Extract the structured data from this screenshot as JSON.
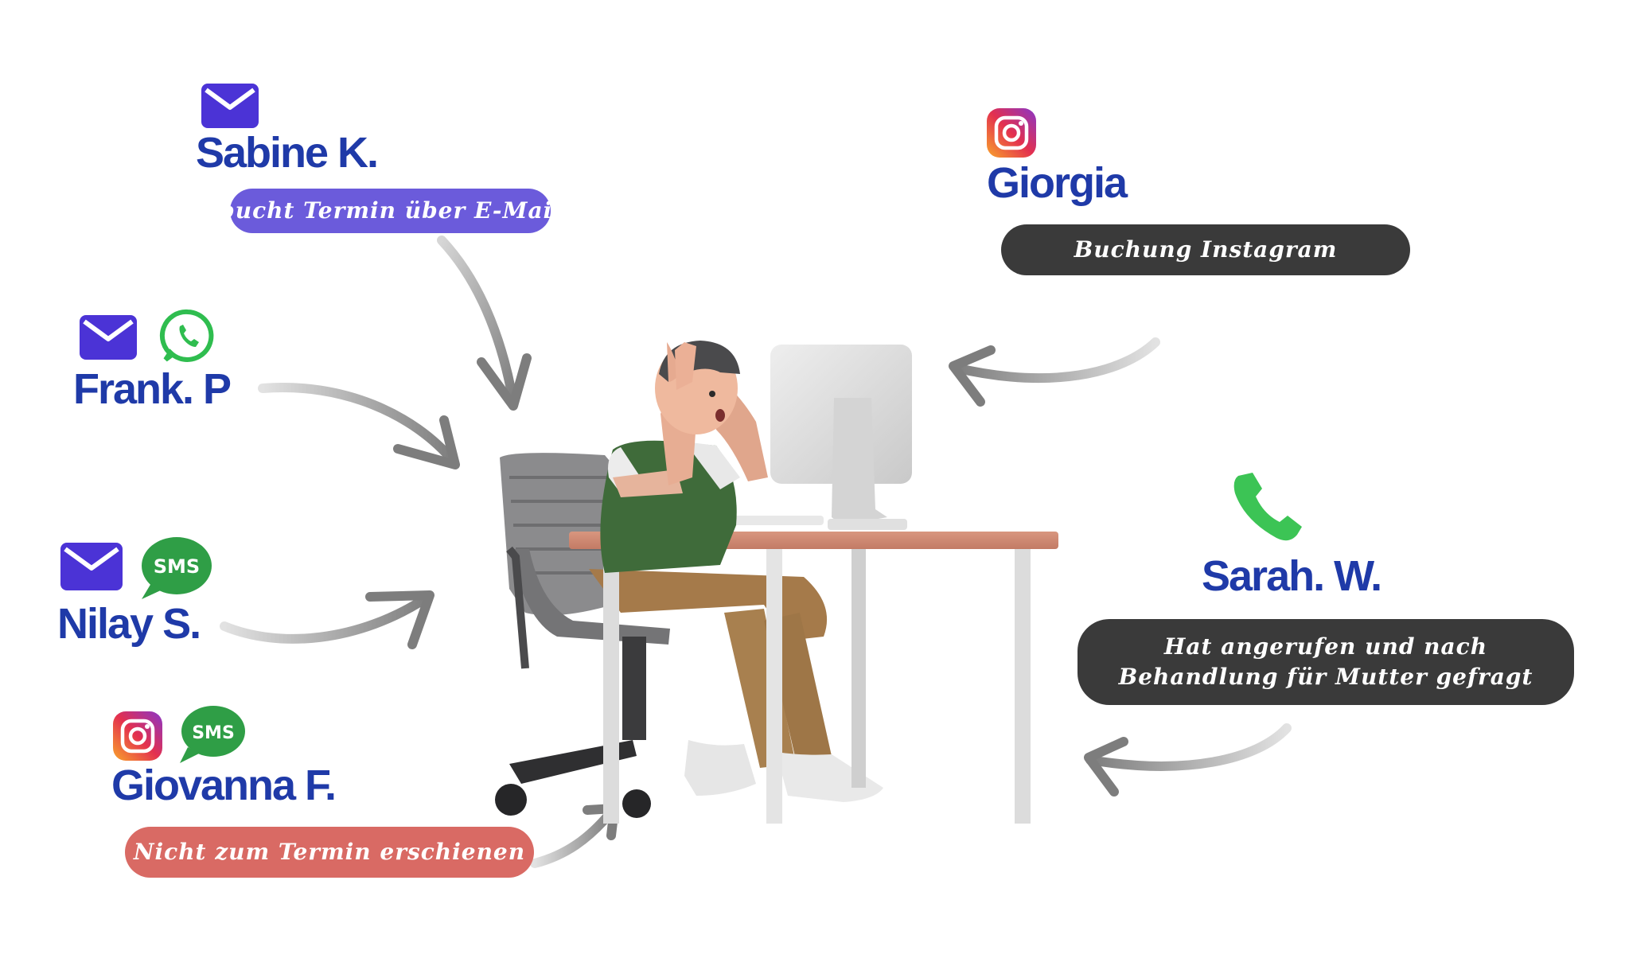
{
  "contacts": [
    {
      "name": "Sabine K.",
      "channels": [
        "mail-icon"
      ],
      "note": "bucht Termin über E-Mail",
      "note_color": "#6b5bdb"
    },
    {
      "name": "Frank. P",
      "channels": [
        "mail-icon",
        "whatsapp-icon"
      ]
    },
    {
      "name": "Nilay S.",
      "channels": [
        "mail-icon",
        "sms-icon"
      ]
    },
    {
      "name": "Giovanna F.",
      "channels": [
        "instagram-icon",
        "sms-icon"
      ],
      "note": "Nicht zum Termin erschienen",
      "note_color": "#d96a64"
    },
    {
      "name": "Giorgia",
      "channels": [
        "instagram-icon"
      ],
      "note": "Buchung Instagram",
      "note_color": "#3a3a3a"
    },
    {
      "name": "Sarah. W.",
      "channels": [
        "phone-icon"
      ],
      "note_line1": "Hat angerufen und nach",
      "note_line2": "Behandlung für Mutter gefragt",
      "note_color": "#3a3a3a"
    }
  ],
  "icon_text": {
    "sms": "SMS"
  },
  "colors": {
    "name_blue": "#1f3aa8",
    "mail_purple": "#4b33d6",
    "whatsapp_green": "#2fbd4f",
    "sms_green": "#2f9e46",
    "phone_green": "#3cc455",
    "arrow_gray": "#8f8f8f"
  }
}
